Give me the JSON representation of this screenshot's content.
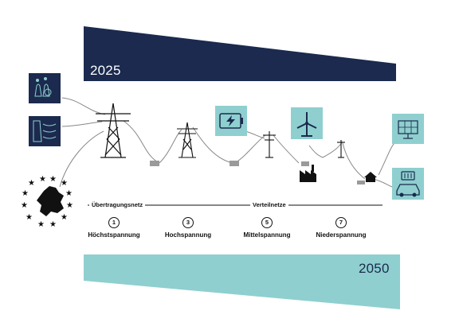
{
  "ribbons": {
    "top_year": "2025",
    "bottom_year": "2050",
    "top_color": "#1b2a4e",
    "bottom_color": "#8fcfcf"
  },
  "networks": {
    "transmission": "Übertragungsnetz",
    "distribution": "Verteilnetze"
  },
  "voltage_levels": [
    {
      "number": "1",
      "label": "Höchstspannung"
    },
    {
      "number": "3",
      "label": "Hochspannung"
    },
    {
      "number": "5",
      "label": "Mittelspannung"
    },
    {
      "number": "7",
      "label": "Niederspannung"
    }
  ],
  "icons": {
    "nuclear": "nuclear-plant-icon",
    "hydro": "hydro-dam-icon",
    "battery": "battery-storage-icon",
    "wind": "wind-turbine-icon",
    "solar": "solar-panel-icon",
    "ev": "electric-car-charging-icon",
    "europe": "europe-map-icon"
  },
  "colors": {
    "dark_tile": "#1b2a4e",
    "light_tile": "#8fcfcf",
    "line": "#888888"
  }
}
